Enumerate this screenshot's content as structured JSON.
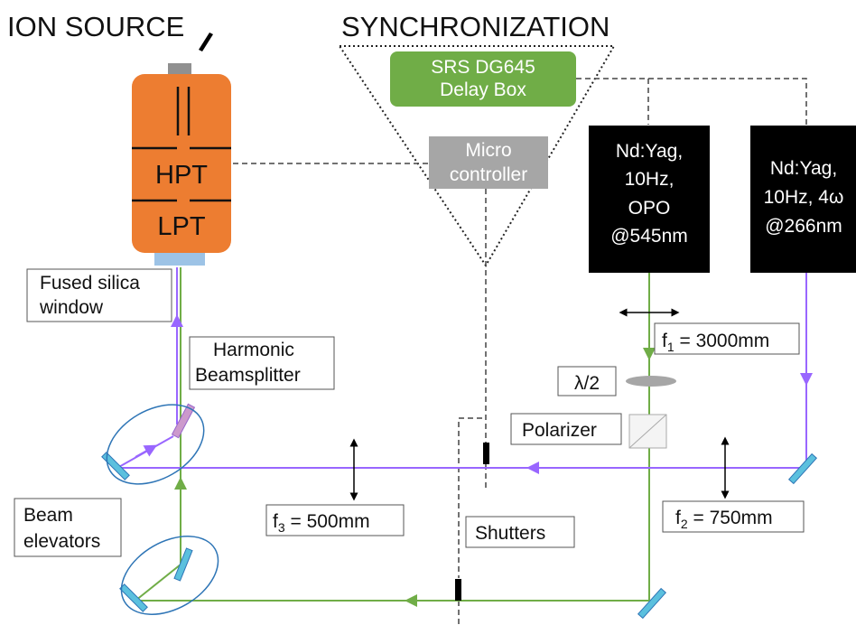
{
  "titles": {
    "ion_source": "ION SOURCE",
    "synchronization": "SYNCHRONIZATION"
  },
  "ion_source": {
    "hpt": "HPT",
    "lpt": "LPT"
  },
  "delay_box": {
    "line1": "SRS DG645",
    "line2": "Delay Box"
  },
  "microcontroller": {
    "line1": "Micro",
    "line2": "controller"
  },
  "laser_opo": {
    "line1": "Nd:Yag,",
    "line2": "10Hz,",
    "line3": "OPO",
    "line4": "@545nm"
  },
  "laser_uv": {
    "line1": "Nd:Yag,",
    "line2": "10Hz, 4ω",
    "line3": "@266nm"
  },
  "labels": {
    "fused_silica_1": "Fused silica",
    "fused_silica_2": "window",
    "harmonic_1": "Harmonic",
    "harmonic_2": "Beamsplitter",
    "beam_elev_1": "Beam",
    "beam_elev_2": "elevators",
    "shutters": "Shutters",
    "polarizer": "Polarizer",
    "half_wave": "λ/2"
  },
  "lenses": {
    "f1": {
      "sym": "f",
      "sub": "1",
      "val": " = 3000mm"
    },
    "f2": {
      "sym": "f",
      "sub": "2",
      "val": " = 750mm"
    },
    "f3": {
      "sym": "f",
      "sub": "3",
      "val": " = 500mm"
    }
  },
  "colors": {
    "orange": "#ED7D31",
    "green_box": "#70AD47",
    "gray_box": "#A6A6A6",
    "green_beam": "#70AD47",
    "purple_beam": "#9966FF",
    "mirror": "#5BC0DE",
    "ellipse": "#2E75B6",
    "beamsplitter": "#CC99CC",
    "window": "#9DC3E6"
  }
}
